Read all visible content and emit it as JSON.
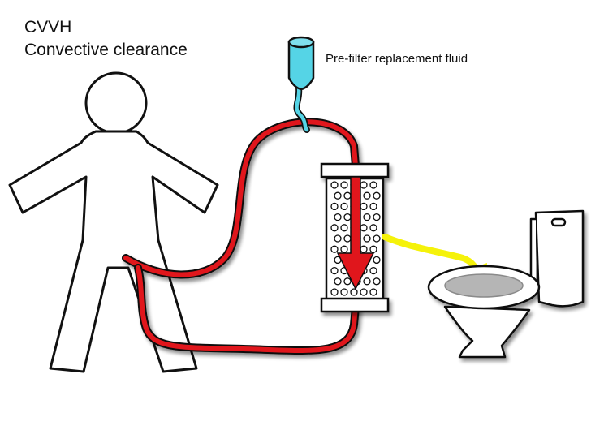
{
  "diagram": {
    "title": "CVVH",
    "subtitle": "Convective clearance",
    "replacement_fluid_label": "Pre-filter replacement fluid"
  },
  "colors": {
    "blood_line": "#e0141c",
    "fluid_bag": "#55d4e6",
    "effluent": "#f5f20a",
    "outline": "#111111",
    "background": "#ffffff"
  },
  "icons": [
    "person-outline-icon",
    "fluid-bag-icon",
    "hemofilter-icon",
    "toilet-icon"
  ]
}
